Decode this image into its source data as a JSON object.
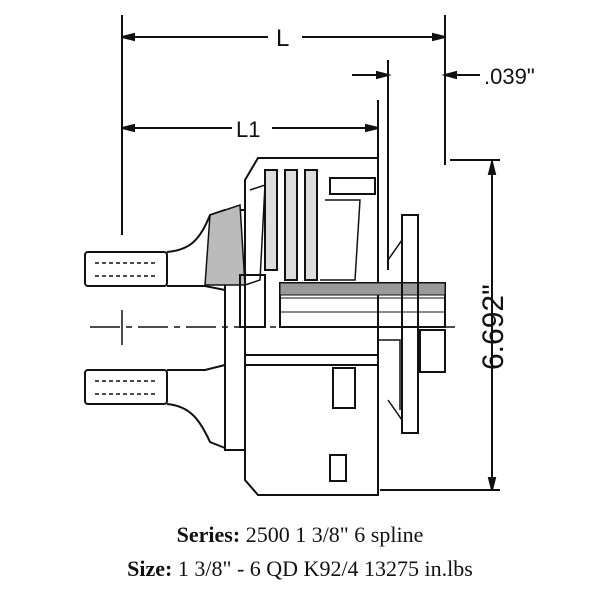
{
  "drawing": {
    "dim_L": "L",
    "dim_L1": "L1",
    "dim_gap": ".039\"",
    "dim_height": "6.692\""
  },
  "caption": {
    "series_label": "Series:",
    "series_value": "2500 1 3/8\" 6 spline",
    "size_label": "Size:",
    "size_value": "1 3/8\" - 6 QD K92/4 13275 in.lbs"
  }
}
